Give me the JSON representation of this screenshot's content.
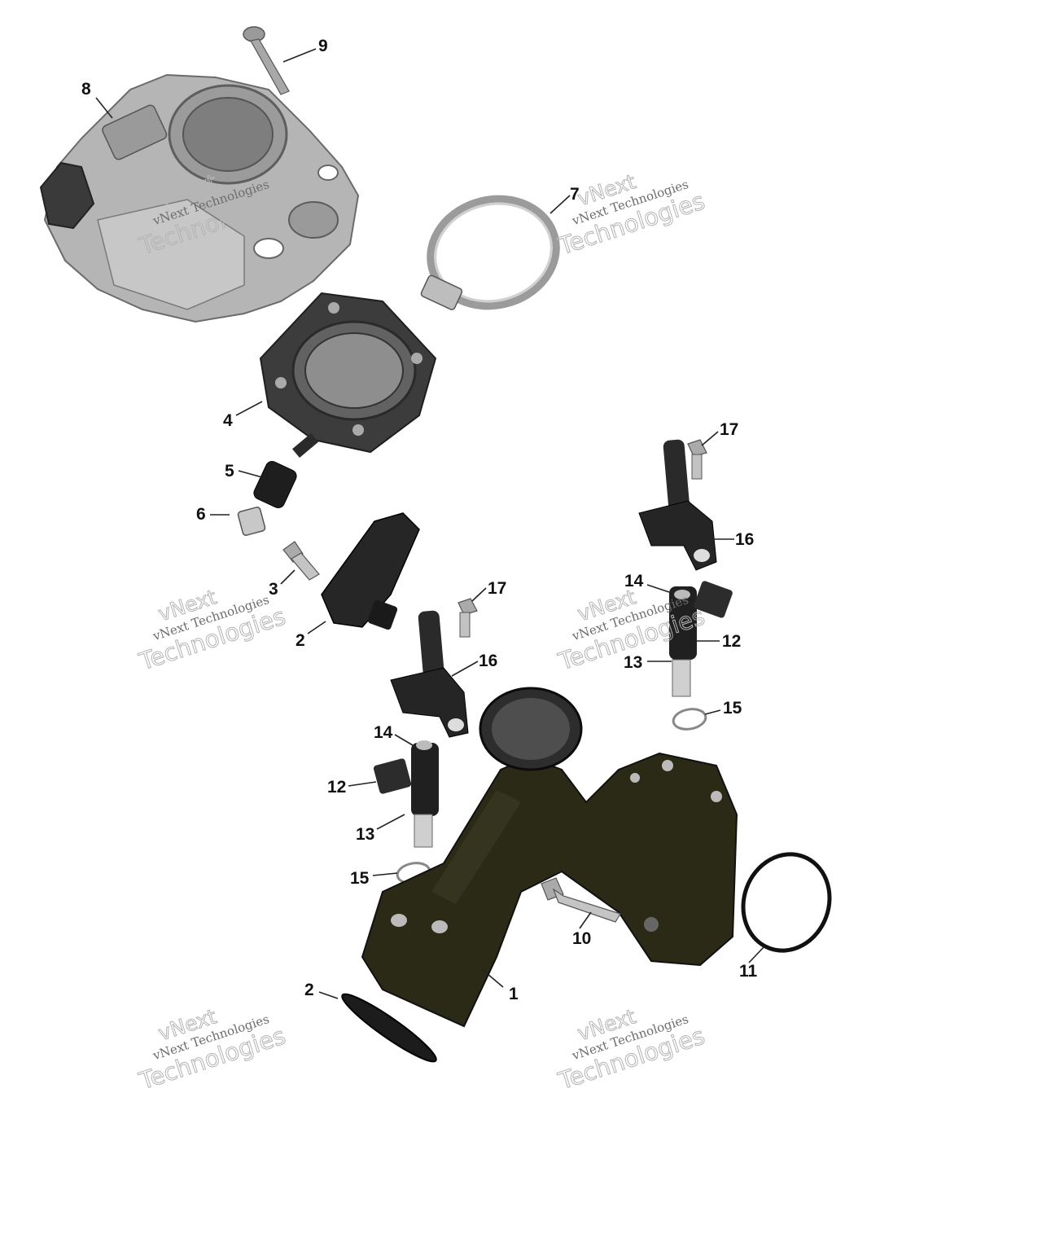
{
  "watermark": {
    "brand": "vNext",
    "line": "vNext Technologies",
    "word": "Technologies"
  },
  "colors": {
    "metal_gray": "#a9a9a9",
    "dark_metal": "#4a4a4a",
    "black_part": "#1d1d1d",
    "olive_part": "#2c2c14"
  },
  "callouts": [
    "1",
    "2",
    "2",
    "3",
    "4",
    "5",
    "6",
    "7",
    "8",
    "9",
    "10",
    "11",
    "12",
    "12",
    "13",
    "13",
    "14",
    "14",
    "15",
    "15",
    "16",
    "16",
    "17",
    "17"
  ]
}
